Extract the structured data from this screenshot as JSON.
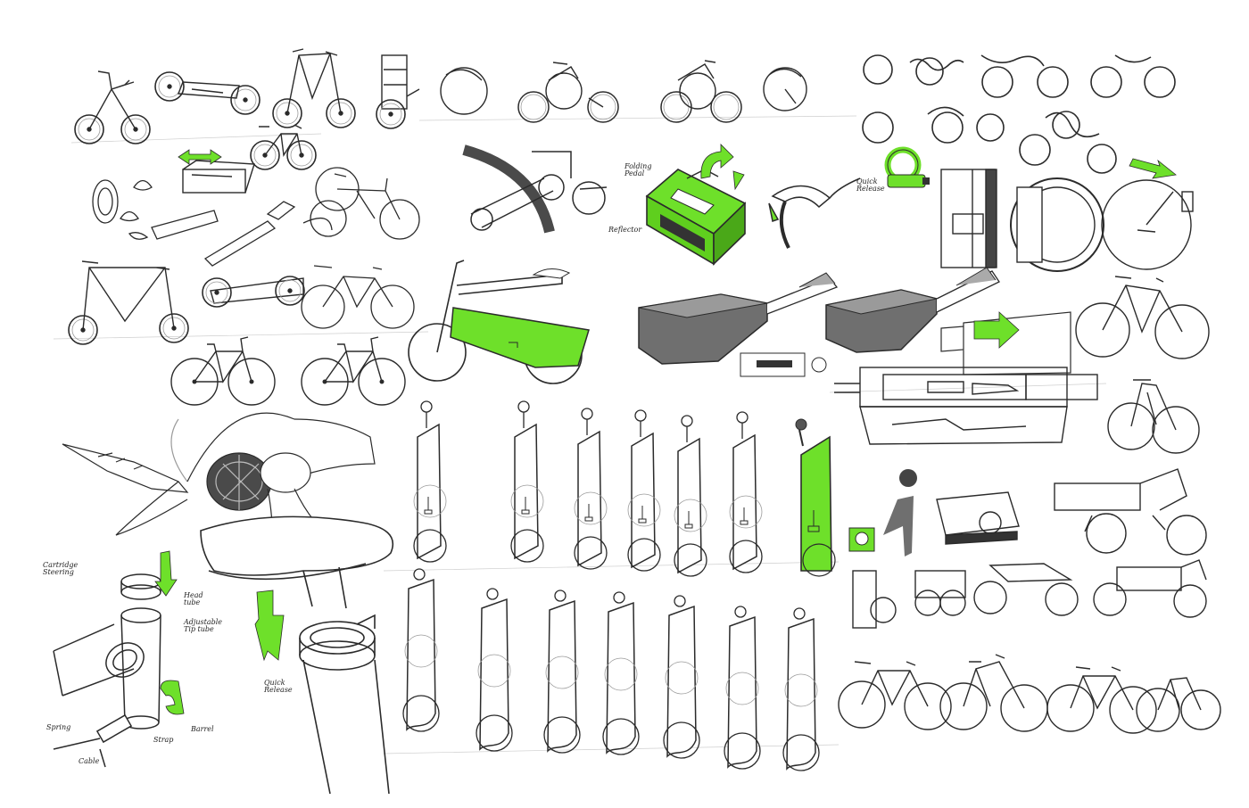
{
  "sheet": {
    "colors": {
      "ink": "#2b2b2b",
      "pencil": "#8a8a8a",
      "accent": "#6ee02a",
      "shade": "#6f6f6f",
      "paper": "#ffffff"
    }
  },
  "annotations": {
    "folding_pedal": "Folding\nPedal",
    "reflector": "Reflector",
    "quick_release_top": "Quick\nRelease",
    "cartridge_steering": "Cartridge\nSteering",
    "head_tube": "Head\ntube",
    "adjustable_tip_tube": "Adjustable\nTip tube",
    "barrel": "Barrel",
    "strap": "Strap",
    "spring": "Spring",
    "cable": "Cable",
    "quick_release_bottom": "Quick\nRelease"
  },
  "icons": [
    "rotate-arrow-icon",
    "double-arrow-icon",
    "down-arrow-icon",
    "right-arrow-icon"
  ]
}
